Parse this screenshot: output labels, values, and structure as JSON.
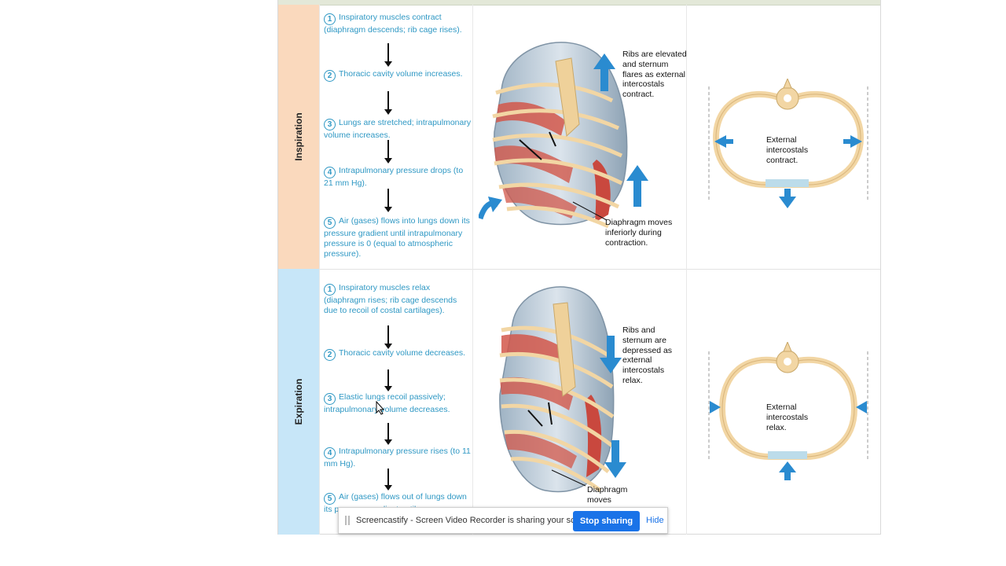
{
  "inspiration": {
    "label": "Inspiration",
    "steps": [
      {
        "num": "1",
        "text": "Inspiratory muscles contract (diaphragm descends; rib cage rises)."
      },
      {
        "num": "2",
        "text": "Thoracic cavity volume increases."
      },
      {
        "num": "3",
        "text": "Lungs are stretched; intrapulmonary volume increases."
      },
      {
        "num": "4",
        "text": "Intrapulmonary pressure drops (to 21 mm Hg)."
      },
      {
        "num": "5",
        "text": "Air (gases) flows into lungs down its pressure gradient until intrapulmonary pressure is 0 (equal to atmospheric pressure)."
      }
    ],
    "rib_caption": "Ribs are elevated and sternum flares as external intercostals contract.",
    "diaphragm_caption": "Diaphragm moves inferiorly during contraction.",
    "section_caption": "External intercostals contract."
  },
  "expiration": {
    "label": "Expiration",
    "steps": [
      {
        "num": "1",
        "text": "Inspiratory muscles relax (diaphragm rises; rib cage descends due to recoil of costal cartilages)."
      },
      {
        "num": "2",
        "text": "Thoracic cavity volume decreases."
      },
      {
        "num": "3",
        "text": "Elastic lungs recoil passively; intrapulmonary volume decreases."
      },
      {
        "num": "4",
        "text": "Intrapulmonary pressure rises (to 11 mm Hg)."
      },
      {
        "num": "5",
        "text": "Air (gases) flows out of lungs down its pressure gradient until"
      }
    ],
    "rib_caption": "Ribs and sternum are depressed as external intercostals relax.",
    "diaphragm_caption": "Diaphragm moves",
    "section_caption": "External intercostals relax."
  },
  "share_bar": {
    "message": "Screencastify - Screen Video Recorder is sharing your screen.",
    "stop_label": "Stop sharing",
    "hide_label": "Hide"
  },
  "colors": {
    "inspiration_bg": "#fad9bd",
    "expiration_bg": "#c7e6f8",
    "step_text": "#2f98c4",
    "muscle": "#d2574a",
    "bone": "#f2d6a4",
    "arrow_blue": "#2a8bd0",
    "button": "#1a73e8"
  }
}
